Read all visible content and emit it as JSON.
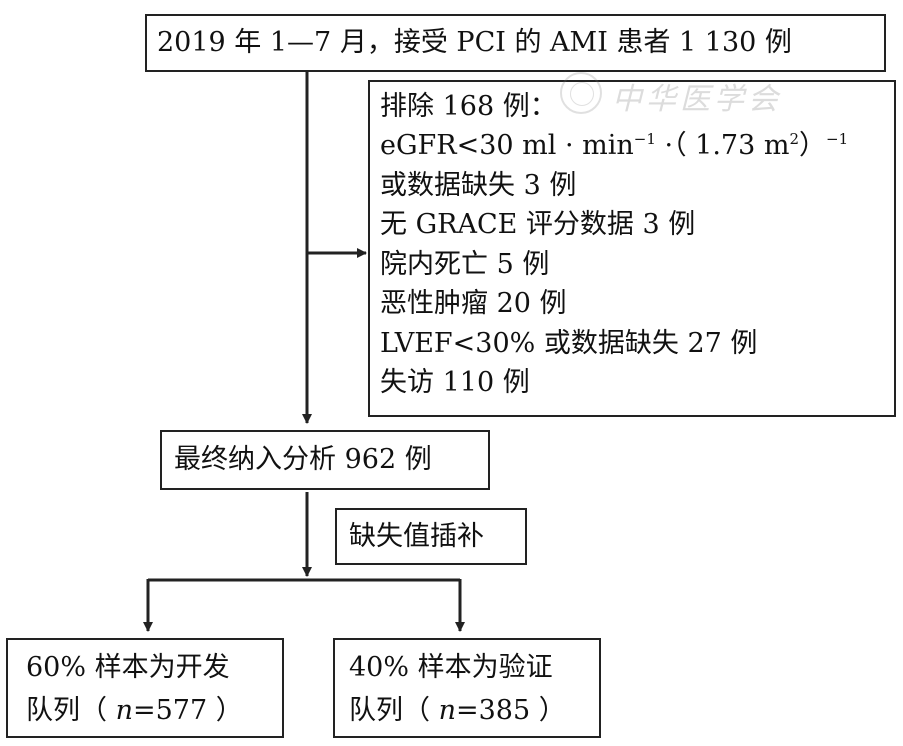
{
  "nodes": {
    "enrolled": {
      "text": "2019 年 1—7 月，接受 PCI 的 AMI 患者 1 130 例"
    },
    "excluded": {
      "title": "排除 168 例：",
      "egfr_prefix": "eGFR<30 ml · min",
      "egfr_sup1": "−1",
      "egfr_mid": " ·（ 1.73 m",
      "egfr_sup2": "2",
      "egfr_close": "）",
      "egfr_sup3": "−1",
      "egfr_missing": "或数据缺失 3 例",
      "no_grace": "无 GRACE 评分数据 3 例",
      "in_hospital_death": "院内死亡 5 例",
      "malignant_tumor": "恶性肿瘤 20 例",
      "lvef": "LVEF<30% 或数据缺失 27 例",
      "lost_followup": "失访 110 例"
    },
    "final": {
      "text": "最终纳入分析 962 例"
    },
    "imputation": {
      "text": "缺失值插补"
    },
    "development": {
      "line1": "60% 样本为开发",
      "line2_prefix": "队列（ ",
      "n_var": "n",
      "line2_suffix": "=577 ）"
    },
    "validation": {
      "line1": "40% 样本为验证",
      "line2_prefix": "队列（ ",
      "n_var": "n",
      "line2_suffix": "=385 ）"
    }
  },
  "watermark": {
    "text": "中华医学会"
  }
}
